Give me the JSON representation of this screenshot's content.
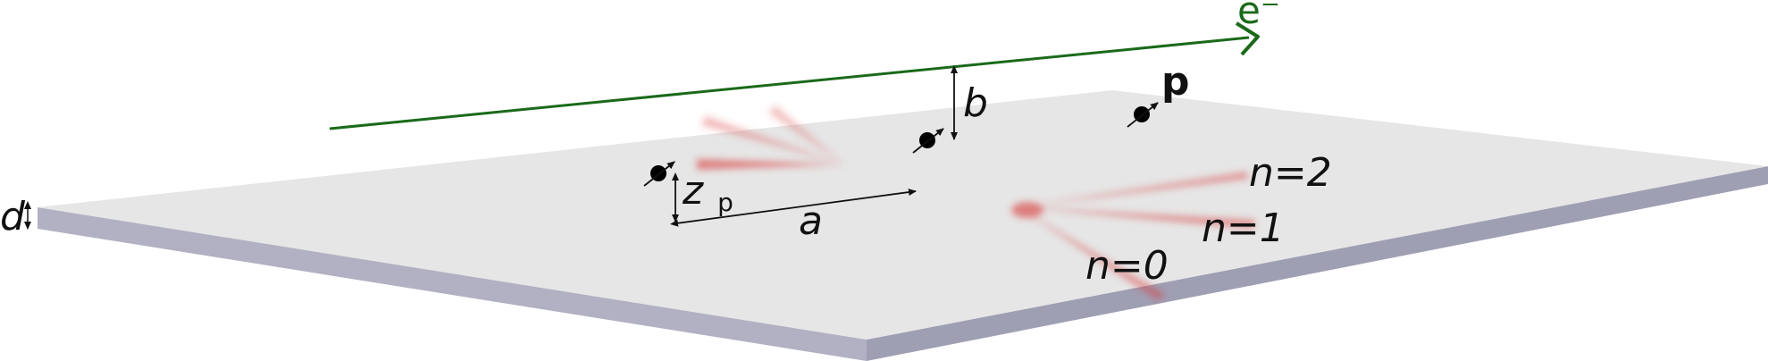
{
  "labels": {
    "electron": "e⁻",
    "impact_parameter": "b",
    "separation": "a",
    "height_symbol": "z",
    "height_subscript": "p",
    "thickness": "d",
    "particle": "p",
    "order_2": "n=2",
    "order_1": "n=1",
    "order_0": "n=0"
  },
  "colors": {
    "electron_beam": "#1a6a1a",
    "slab_top": "#e6e6e6",
    "slab_side": "#b1b1c3",
    "emission": "#d93b3b",
    "particle": "#000000"
  },
  "icons": {
    "dipole": "dipole-arrow-icon",
    "beam_arrow": "arrowhead-icon"
  }
}
